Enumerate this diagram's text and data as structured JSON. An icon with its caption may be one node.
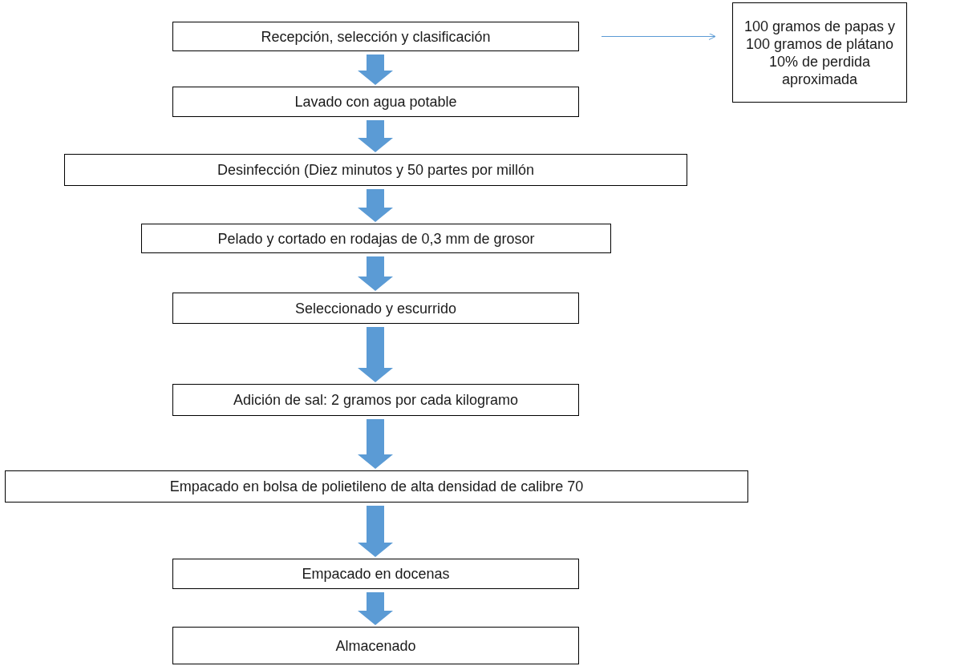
{
  "diagram": {
    "nodes": [
      {
        "text": [
          "Recepción, selección y clasificación"
        ]
      },
      {
        "text": [
          "100 gramos de papas y 100 gramos de plátano 10% de perdida aproximada"
        ]
      },
      {
        "text": [
          "Lavado con agua potable"
        ]
      },
      {
        "text": [
          "Desinfección (Diez minutos y 50 partes por millón"
        ]
      },
      {
        "text": [
          "Pelado y cortado en rodajas de 0,3 mm de grosor"
        ]
      },
      {
        "text": [
          "Seleccionado y escurrido"
        ]
      },
      {
        "text": [
          "Adición de sal: 2 gramos por cada kilogramo"
        ]
      },
      {
        "text": [
          "Empacado en bolsa de polietileno de alta densidad de calibre 70"
        ]
      },
      {
        "text": [
          "Empacado en docenas"
        ]
      },
      {
        "text": [
          "Almacenado"
        ]
      }
    ],
    "edges": [
      {
        "from": 0,
        "to": 1,
        "arrow": "to"
      },
      {
        "from": 0,
        "to": 2,
        "arrow": "to",
        "style": "thick"
      },
      {
        "from": 2,
        "to": 3,
        "arrow": "to",
        "style": "thick"
      },
      {
        "from": 3,
        "to": 4,
        "arrow": "to",
        "style": "thick"
      },
      {
        "from": 4,
        "to": 5,
        "arrow": "to",
        "style": "thick"
      },
      {
        "from": 5,
        "to": 6,
        "arrow": "to",
        "style": "thick"
      },
      {
        "from": 6,
        "to": 7,
        "arrow": "to",
        "style": "thick"
      },
      {
        "from": 7,
        "to": 8,
        "arrow": "to",
        "style": "thick"
      },
      {
        "from": 8,
        "to": 9,
        "arrow": "to",
        "style": "thick"
      }
    ]
  }
}
